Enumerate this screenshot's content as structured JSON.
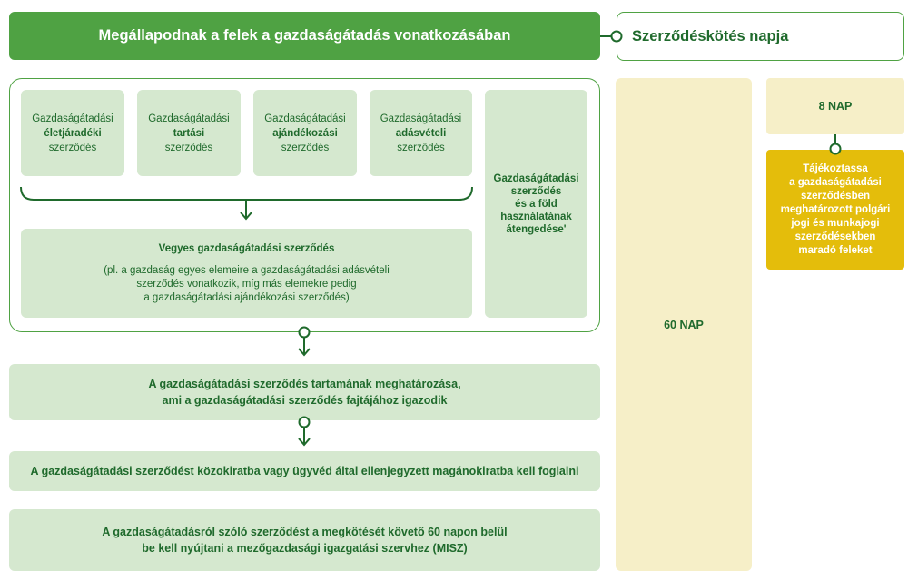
{
  "header": {
    "title": "Megállapodnak a felek a gazdaságátadás vonatkozásában"
  },
  "date_box": {
    "label": "Szerződéskötés napja"
  },
  "contract_types": [
    {
      "line1": "Gazdaságátadási",
      "line2": "életjáradéki",
      "line3": "szerződés"
    },
    {
      "line1": "Gazdaságátadási",
      "line2": "tartási",
      "line3": "szerződés"
    },
    {
      "line1": "Gazdaságátadási",
      "line2": "ajándékozási",
      "line3": "szerződés"
    },
    {
      "line1": "Gazdaságátadási",
      "line2": "adásvételi",
      "line3": "szerződés"
    }
  ],
  "land_use_box": {
    "lines": [
      "Gazdaságátadási",
      "szerződés",
      "és a föld",
      "használatának",
      "átengedése'"
    ]
  },
  "mixed": {
    "title": "Vegyes gazdaságátadási szerződés",
    "lines": [
      "(pl. a gazdaság egyes elemeire a gazdaságátadási adásvételi",
      "szerződés vonatkozik, míg más elemekre pedig",
      "a gazdaságátadási ajándékozási szerződés)"
    ]
  },
  "steps": [
    {
      "lines": [
        "A gazdaságátadási szerződés tartamának meghatározása,",
        "ami a gazdaságátadási szerződés fajtájához igazodik"
      ]
    },
    {
      "lines": [
        "A gazdaságátadási szerződést közokiratba vagy ügyvéd által ellenjegyzett magánokiratba kell foglalni"
      ]
    },
    {
      "lines": [
        "A gazdaságátadásról szóló szerződést a megkötését követő 60 napon belül",
        "be kell nyújtani a mezőgazdasági igazgatási szervhez (MISZ)"
      ]
    }
  ],
  "deadline_60": {
    "label": "60 NAP"
  },
  "deadline_8": {
    "label": "8 NAP"
  },
  "inform": {
    "lines": [
      "Tájékoztassa",
      "a gazdaságátadási",
      "szerződésben",
      "meghatározott polgári",
      "jogi és munkajogi",
      "szerződésekben",
      "maradó feleket"
    ]
  },
  "colors": {
    "dark_green": "#1f6a2c",
    "accent_green": "#4fa243",
    "light_green": "#d5e8cf",
    "light_yellow": "#f6efc8",
    "gold": "#e4bd0b"
  }
}
